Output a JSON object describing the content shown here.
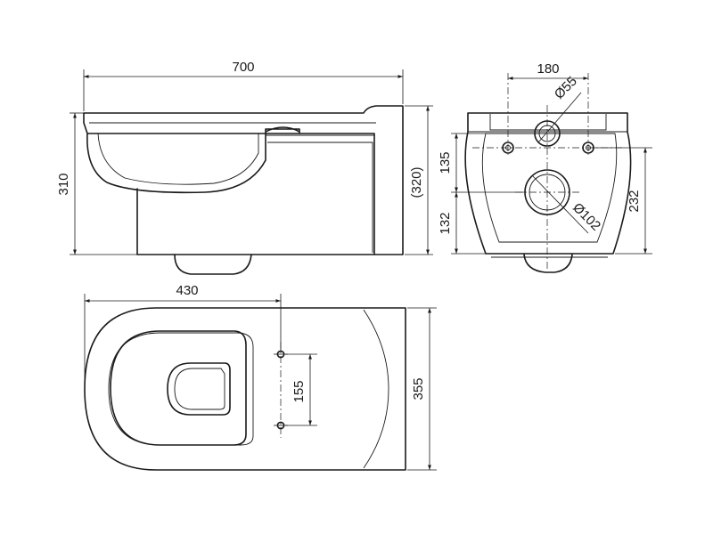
{
  "side_view": {
    "width_label": "700",
    "height_label": "310",
    "height_ref_label": "(320)"
  },
  "rear_view": {
    "width_label": "180",
    "diameter_small_label": "Ø55",
    "diameter_large_label": "Ø102",
    "upper_height_label": "135",
    "lower_height_label": "132",
    "total_height_label": "232"
  },
  "top_view": {
    "length_label": "430",
    "bolt_spacing_label": "155",
    "width_label": "355"
  }
}
